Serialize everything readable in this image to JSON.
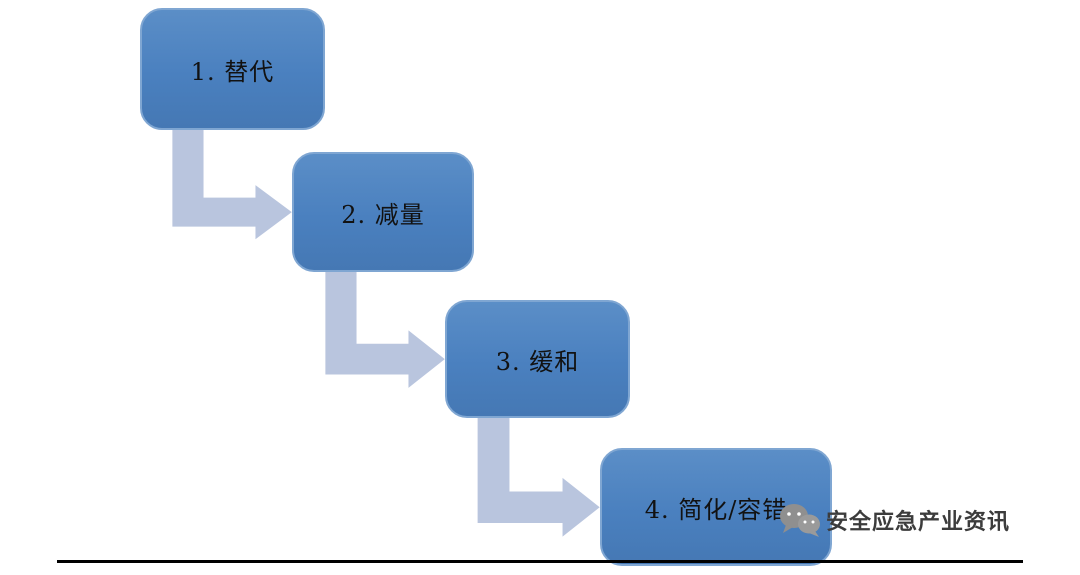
{
  "diagram": {
    "title": "risk-control-steps",
    "type": "stepped-flow",
    "steps": [
      {
        "label": "1. 替代"
      },
      {
        "label": "2. 减量"
      },
      {
        "label": "3. 缓和"
      },
      {
        "label": "4. 简化/容错"
      }
    ],
    "colors": {
      "box_fill": "#4a80bf",
      "box_border": "#7fa6d2",
      "arrow": "#b9c5de",
      "text": "#121212"
    }
  },
  "watermark": {
    "icon": "wechat-icon",
    "label": "安全应急产业资讯"
  }
}
